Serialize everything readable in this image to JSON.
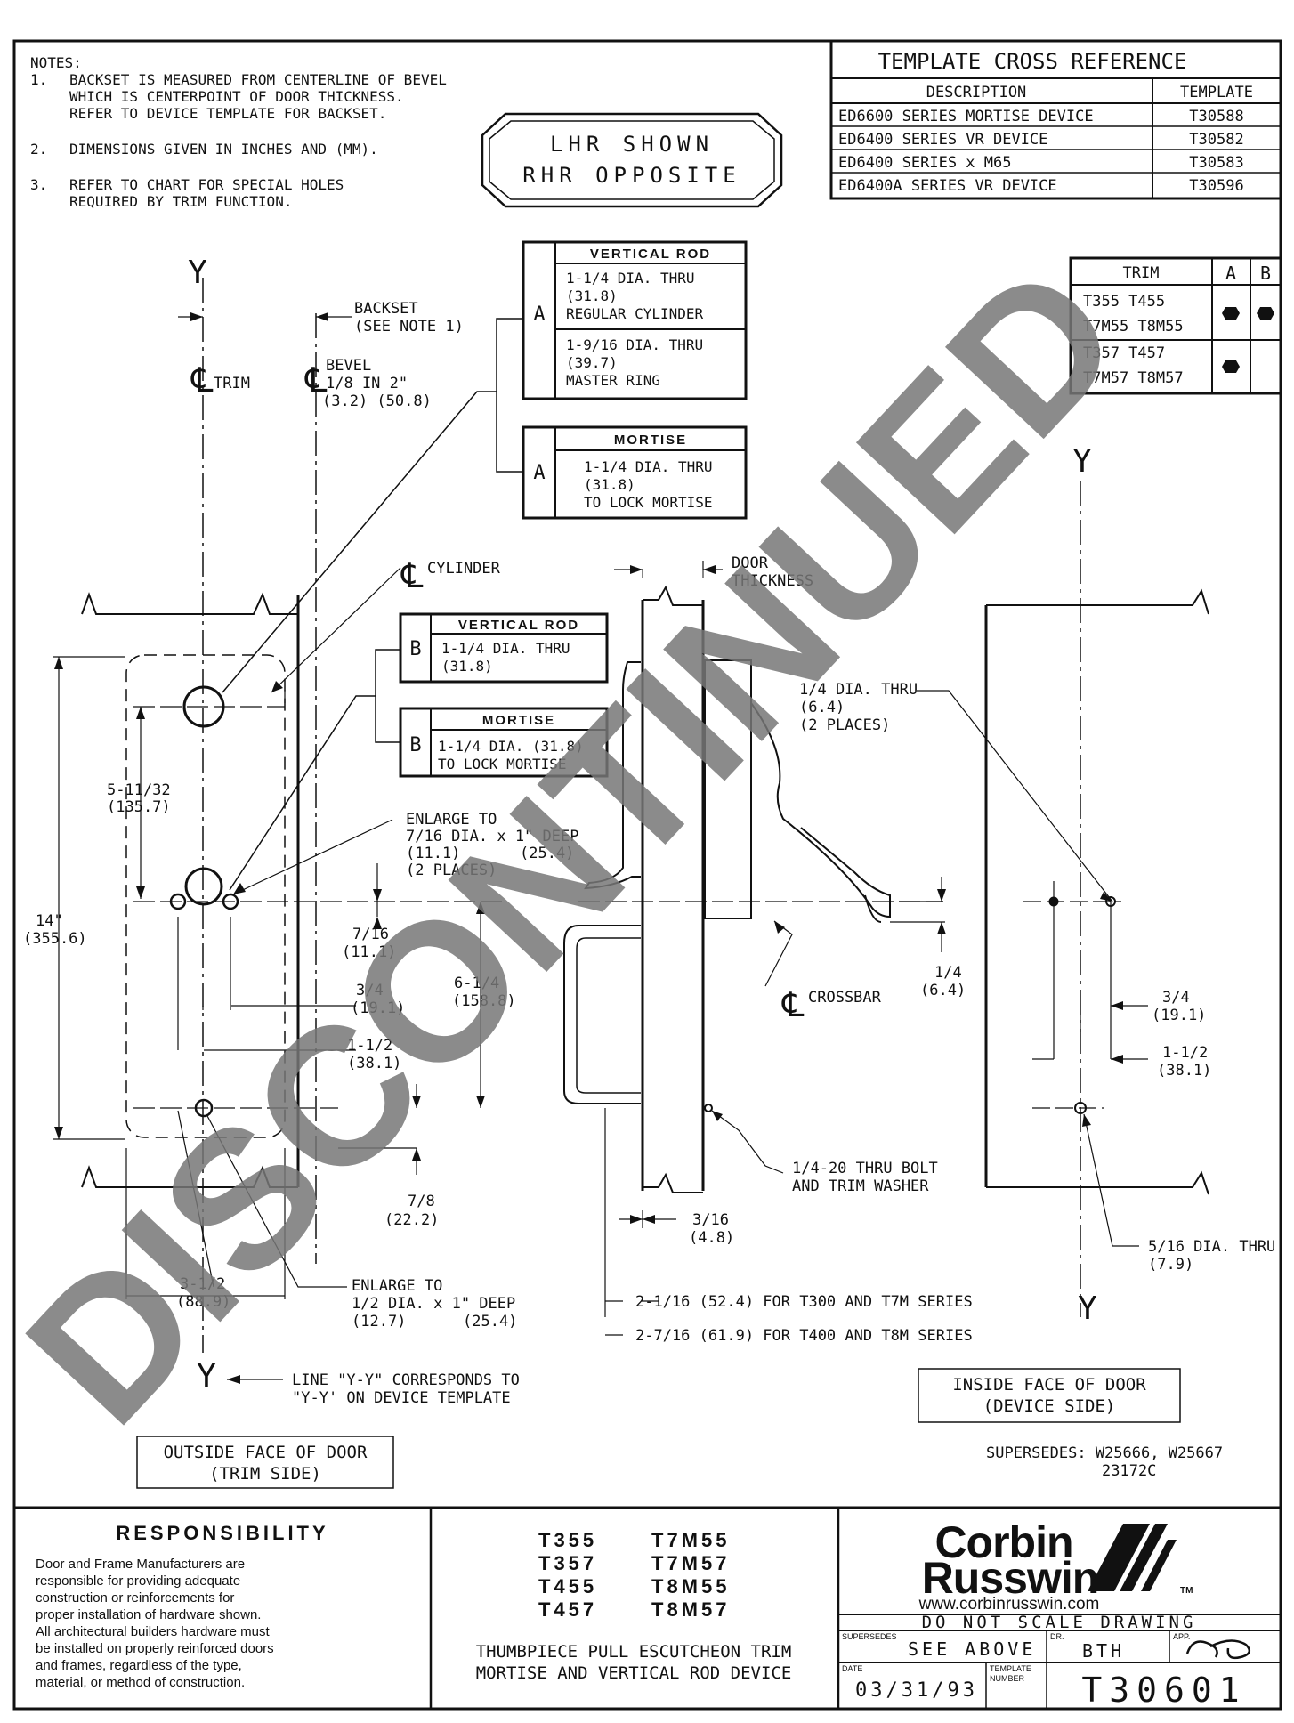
{
  "notes": {
    "heading": "NOTES:",
    "n1_num": "1.",
    "n1_l1": "BACKSET IS MEASURED FROM CENTERLINE OF BEVEL",
    "n1_l2": "WHICH IS CENTERPOINT OF DOOR THICKNESS.",
    "n1_l3": "REFER TO DEVICE TEMPLATE FOR BACKSET.",
    "n2_num": "2.",
    "n2_l1": "DIMENSIONS GIVEN IN INCHES AND (MM).",
    "n3_num": "3.",
    "n3_l1": "REFER TO CHART FOR SPECIAL HOLES",
    "n3_l2": "REQUIRED BY TRIM FUNCTION."
  },
  "hand_badge": {
    "line1": "LHR SHOWN",
    "line2": "RHR OPPOSITE"
  },
  "cross_reference": {
    "title": "TEMPLATE CROSS REFERENCE",
    "col_description": "DESCRIPTION",
    "col_template": "TEMPLATE",
    "rows": [
      {
        "description": "ED6600 SERIES MORTISE DEVICE",
        "template": "T30588"
      },
      {
        "description": "ED6400 SERIES VR DEVICE",
        "template": "T30582"
      },
      {
        "description": "ED6400 SERIES x M65",
        "template": "T30583"
      },
      {
        "description": "ED6400A SERIES VR DEVICE",
        "template": "T30596"
      }
    ]
  },
  "trim_chart": {
    "col_trim": "TRIM",
    "col_a": "A",
    "col_b": "B",
    "row1_l1": "T355 T455",
    "row1_l2": "T7M55 T8M55",
    "row2_l1": "T357 T457",
    "row2_l2": "T7M57 T8M57"
  },
  "hole_boxes": {
    "a_letter": "A",
    "b_letter": "B",
    "vertical_rod": "VERTICAL ROD",
    "mortise": "MORTISE",
    "a_vr1_l1": "1-1/4 DIA. THRU",
    "a_vr1_l2": "(31.8)",
    "a_vr1_l3": "REGULAR CYLINDER",
    "a_vr2_l1": "1-9/16 DIA. THRU",
    "a_vr2_l2": "(39.7)",
    "a_vr2_l3": "MASTER RING",
    "a_m_l1": "1-1/4 DIA. THRU",
    "a_m_l2": "(31.8)",
    "a_m_l3": "TO LOCK MORTISE",
    "b_vr_l1": "1-1/4 DIA. THRU",
    "b_vr_l2": "(31.8)",
    "b_m_l1": "1-1/4 DIA. (31.8)",
    "b_m_l2": "TO LOCK MORTISE"
  },
  "labels": {
    "y": "Y",
    "cl_trim": "TRIM",
    "cl_bevel": "BEVEL",
    "bevel_l2": "1/8 IN 2\"",
    "bevel_l3": "(3.2) (50.8)",
    "backset_l1": "BACKSET",
    "backset_l2": "(SEE NOTE 1)",
    "cl_cylinder": "CYLINDER",
    "door_thickness_l1": "DOOR",
    "door_thickness_l2": "THICKNESS",
    "d_5_11_32": "5-11/32",
    "d_135_7": "(135.7)",
    "d_14": "14\"",
    "d_355_6": "(355.6)",
    "enlarge1_l1": "ENLARGE TO",
    "enlarge1_l2": "7/16 DIA. x 1\" DEEP",
    "enlarge1_l3": "(11.1)",
    "enlarge1_l3b": "(25.4)",
    "enlarge1_l4": "(2 PLACES)",
    "d_7_16": "7/16",
    "d_11_1": "(11.1)",
    "d_3_4": "3/4",
    "d_19_1": "(19.1)",
    "d_6_1_4": "6-1/4",
    "d_158_8": "(158.8)",
    "d_1_1_2": "1-1/2",
    "d_38_1": "(38.1)",
    "d_7_8": "7/8",
    "d_22_2": "(22.2)",
    "d_3_1_2": "3-1/2",
    "d_88_9": "(88.9)",
    "enlarge2_l1": "ENLARGE TO",
    "enlarge2_l2": "1/2 DIA. x 1\" DEEP",
    "enlarge2_l3": "(12.7)",
    "enlarge2_l3b": "(25.4)",
    "yy_l1": "LINE \"Y-Y\" CORRESPONDS TO",
    "yy_l2": "\"Y-Y' ON DEVICE TEMPLATE",
    "outside_l1": "OUTSIDE FACE OF DOOR",
    "outside_l2": "(TRIM SIDE)",
    "inside_l1": "INSIDE FACE OF DOOR",
    "inside_l2": "(DEVICE SIDE)",
    "d_1_4_thru_l1": "1/4 DIA. THRU",
    "d_1_4_thru_l2": "(6.4)",
    "d_1_4_thru_l3": "(2 PLACES)",
    "d_1_4": "1/4",
    "d_6_4": "(6.4)",
    "cl_crossbar": "CROSSBAR",
    "bolt_l1": "1/4-20 THRU BOLT",
    "bolt_l2": "AND TRIM WASHER",
    "d_3_16": "3/16",
    "d_4_8": "(4.8)",
    "d_t300": "2-1/16 (52.4) FOR T300 AND T7M SERIES",
    "d_t400": "2-7/16 (61.9) FOR T400 AND T8M SERIES",
    "d_5_16_l1": "5/16 DIA. THRU",
    "d_5_16_l2": "(7.9)",
    "d_r_3_4": "3/4",
    "d_r_19_1": "(19.1)",
    "d_r_1_1_2": "1-1/2",
    "d_r_38_1": "(38.1)",
    "supersedes_l1": "SUPERSEDES: W25666, W25667",
    "supersedes_l2": "23172C"
  },
  "watermark": "DISCONTINUED",
  "title_block": {
    "responsibility_title": "RESPONSIBILITY",
    "resp_l1": "Door and Frame Manufacturers are",
    "resp_l2": "responsible for providing adequate",
    "resp_l3": "construction or reinforcements for",
    "resp_l4": "proper installation of hardware shown.",
    "resp_l5": "All architectural builders hardware must",
    "resp_l6": "be installed on properly reinforced doors",
    "resp_l7": "and frames, regardless of the type,",
    "resp_l8": "material, or method of construction.",
    "models_left": [
      "T355",
      "T357",
      "T455",
      "T457"
    ],
    "models_right": [
      "T7M55",
      "T7M57",
      "T8M55",
      "T8M57"
    ],
    "desc_l1": "THUMBPIECE PULL ESCUTCHEON TRIM",
    "desc_l2": "MORTISE AND VERTICAL ROD DEVICE",
    "logo_l1": "Corbin",
    "logo_l2": "Russwin",
    "logo_tm": "TM",
    "website": "www.corbinrusswin.com",
    "do_not_scale": "DO NOT SCALE DRAWING",
    "supersedes_label": "SUPERSEDES",
    "supersedes_value": "SEE ABOVE",
    "dr_label": "DR.",
    "dr_value": "BTH",
    "app_label": "APP.",
    "date_label": "DATE",
    "date_value": "03/31/93",
    "template_label_l1": "TEMPLATE",
    "template_label_l2": "NUMBER",
    "template_number": "T30601"
  }
}
